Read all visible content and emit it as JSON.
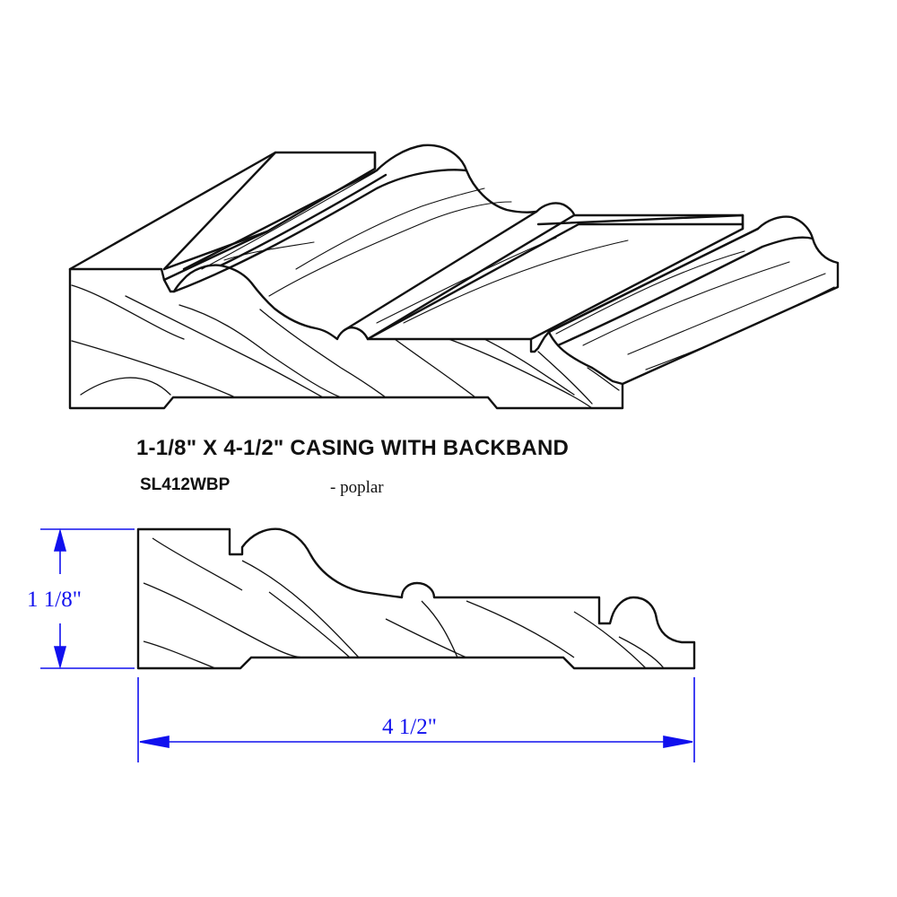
{
  "product": {
    "title": "1-1/8\" X 4-1/2\" CASING WITH BACKBAND",
    "code": "SL412WBP",
    "material": "- poplar"
  },
  "dimensions": {
    "height_label": "1 1/8\"",
    "width_label": "4 1/2\""
  },
  "colors": {
    "line": "#111111",
    "dimension": "#1010ee"
  }
}
